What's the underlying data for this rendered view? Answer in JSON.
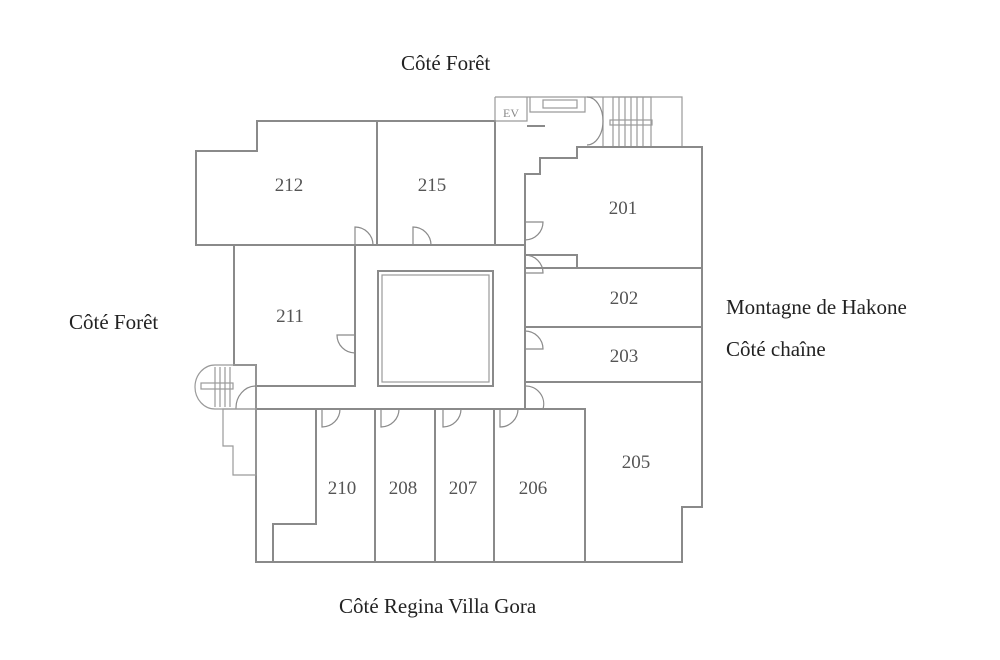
{
  "labels": {
    "top": "Côté Forêt",
    "left": "Côté Forêt",
    "right_line1": "Montagne de Hakone",
    "right_line2": "Côté chaîne",
    "bottom": "Côté Regina Villa Gora"
  },
  "elevator_label": "EV",
  "highlight_color": "#e8e6d4",
  "rooms": {
    "r212": "212",
    "r215": "215",
    "r201": "201",
    "r211": "211",
    "r202": "202",
    "r203": "203",
    "r205": "205",
    "r210": "210",
    "r208": "208",
    "r207": "207",
    "r206": "206"
  }
}
